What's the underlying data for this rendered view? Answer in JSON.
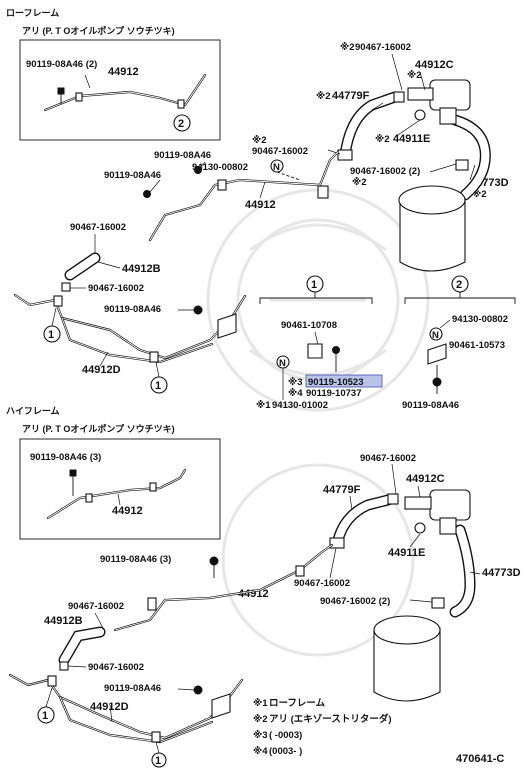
{
  "sections": {
    "low_frame": {
      "title": "ローフレーム",
      "inset_title": "アリ (P. T Oオイルポンプ ソウチツキ)",
      "inset_labels": [
        "90119-08A46 (2)",
        "44912"
      ],
      "labels": {
        "clip_top1": "90467-16002",
        "clip_top1_mark": "※2",
        "p44912c": "44912C",
        "p44912c_mark": "※2",
        "hose_44779f": "44779F",
        "hose_44779f_mark": "※2",
        "p44911e": "44911E",
        "p44911e_mark": "※2",
        "clip_mid": "90467-16002",
        "clip_mid_mark": "※2",
        "clip_right": "90467-16002 (2)",
        "clip_right_mark": "※2",
        "hose_44773d": "44773D",
        "hose_44773d_mark": "※2",
        "bolt_a": "90119-08A46",
        "bolt_b": "90119-08A46",
        "nut": "94130-00802",
        "pipe_44912": "44912",
        "clip_left": "90467-16002",
        "p44912b": "44912B",
        "clip_left2": "90467-16002",
        "bolt_c": "90119-08A46",
        "p44912d": "44912D"
      }
    },
    "detail1": {
      "callout": "1",
      "labels": {
        "bracket": "90461-10708",
        "bolt_hl": "90119-10523",
        "bolt_hl_mark": "※3",
        "bolt2": "90119-10737",
        "bolt2_mark": "※4",
        "nut": "94130-01002",
        "nut_mark": "※1"
      }
    },
    "detail2": {
      "callout": "2",
      "labels": {
        "nut": "94130-00802",
        "bracket": "90461-10573",
        "bolt": "90119-08A46"
      }
    },
    "high_frame": {
      "title": "ハイフレーム",
      "inset_title": "アリ (P. T Oオイルポンプ ソウチツキ)",
      "inset_labels": [
        "90119-08A46 (3)",
        "44912"
      ],
      "labels": {
        "clip_top": "90467-16002",
        "p44912c": "44912C",
        "hose_44779f": "44779F",
        "p44911e": "44911E",
        "hose_44773d": "44773D",
        "bolt_a": "90119-08A46 (3)",
        "pipe_44912": "44912",
        "clip_mid": "90467-16002",
        "clip_right": "90467-16002 (2)",
        "clip_left": "90467-16002",
        "p44912b": "44912B",
        "clip_left2": "90467-16002",
        "bolt_c": "90119-08A46",
        "p44912d": "44912D"
      }
    }
  },
  "notes": [
    {
      "mark": "※1",
      "text": "ローフレーム"
    },
    {
      "mark": "※2",
      "text": "アリ (エキゾーストリターダ)"
    },
    {
      "mark": "※3",
      "text": "(       -0003)"
    },
    {
      "mark": "※4",
      "text": "(0003-        )"
    }
  ],
  "callouts": {
    "one": "1",
    "two": "2",
    "nut_symbol": "N"
  },
  "figure_number": "470641-C"
}
